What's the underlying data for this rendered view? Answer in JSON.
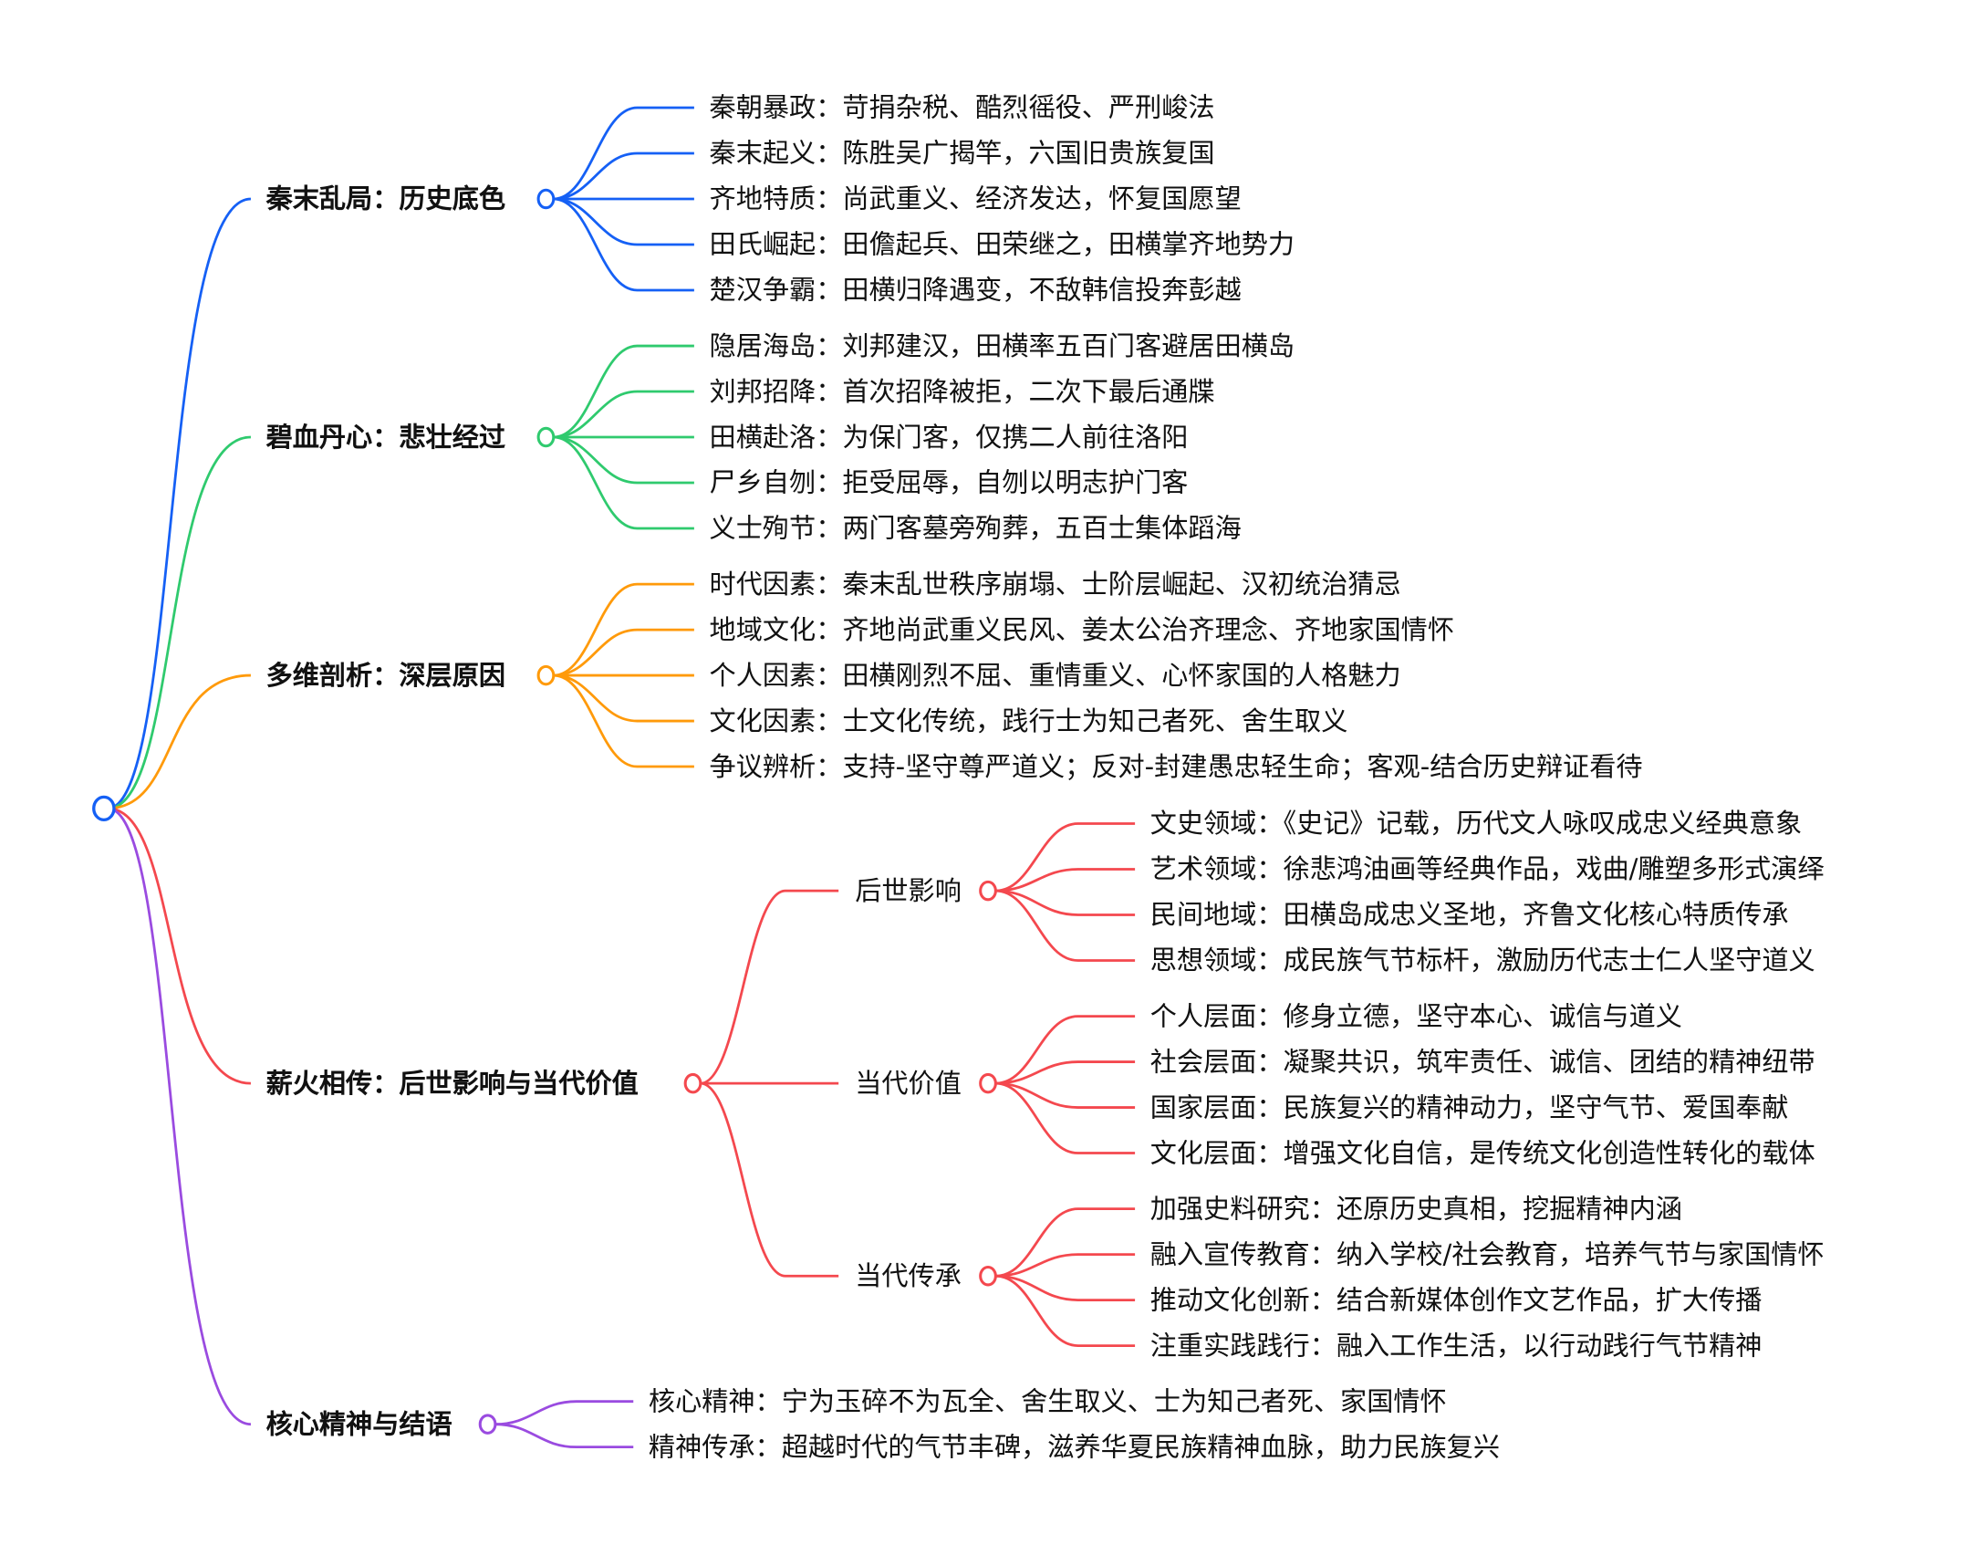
{
  "colors": {
    "b1": "#1560f5",
    "b2": "#2fca6e",
    "b3": "#ff9a0a",
    "b4": "#f4484e",
    "b5": "#9a4be0"
  },
  "root": {
    "label": ""
  },
  "branches": [
    {
      "label": "秦末乱局：历史底色",
      "children": [
        "秦朝暴政：苛捐杂税、酷烈徭役、严刑峻法",
        "秦末起义：陈胜吴广揭竿，六国旧贵族复国",
        "齐地特质：尚武重义、经济发达，怀复国愿望",
        "田氏崛起：田儋起兵、田荣继之，田横掌齐地势力",
        "楚汉争霸：田横归降遇变，不敌韩信投奔彭越"
      ]
    },
    {
      "label": "碧血丹心：悲壮经过",
      "children": [
        "隐居海岛：刘邦建汉，田横率五百门客避居田横岛",
        "刘邦招降：首次招降被拒，二次下最后通牒",
        "田横赴洛：为保门客，仅携二人前往洛阳",
        "尸乡自刎：拒受屈辱，自刎以明志护门客",
        "义士殉节：两门客墓旁殉葬，五百士集体蹈海"
      ]
    },
    {
      "label": "多维剖析：深层原因",
      "children": [
        "时代因素：秦末乱世秩序崩塌、士阶层崛起、汉初统治猜忌",
        "地域文化：齐地尚武重义民风、姜太公治齐理念、齐地家国情怀",
        "个人因素：田横刚烈不屈、重情重义、心怀家国的人格魅力",
        "文化因素：士文化传统，践行士为知己者死、舍生取义",
        "争议辨析：支持-坚守尊严道义；反对-封建愚忠轻生命；客观-结合历史辩证看待"
      ]
    },
    {
      "label": "薪火相传：后世影响与当代价值",
      "subs": [
        {
          "label": "后世影响",
          "children": [
            "文史领域：《史记》记载，历代文人咏叹成忠义经典意象",
            "艺术领域：徐悲鸿油画等经典作品，戏曲/雕塑多形式演绎",
            "民间地域：田横岛成忠义圣地，齐鲁文化核心特质传承",
            "思想领域：成民族气节标杆，激励历代志士仁人坚守道义"
          ]
        },
        {
          "label": "当代价值",
          "children": [
            "个人层面：修身立德，坚守本心、诚信与道义",
            "社会层面：凝聚共识，筑牢责任、诚信、团结的精神纽带",
            "国家层面：民族复兴的精神动力，坚守气节、爱国奉献",
            "文化层面：增强文化自信，是传统文化创造性转化的载体"
          ]
        },
        {
          "label": "当代传承",
          "children": [
            "加强史料研究：还原历史真相，挖掘精神内涵",
            "融入宣传教育：纳入学校/社会教育，培养气节与家国情怀",
            "推动文化创新：结合新媒体创作文艺作品，扩大传播",
            "注重实践践行：融入工作生活，以行动践行气节精神"
          ]
        }
      ]
    },
    {
      "label": "核心精神与结语",
      "children": [
        "核心精神：宁为玉碎不为瓦全、舍生取义、士为知己者死、家国情怀",
        "精神传承：超越时代的气节丰碑，滋养华夏民族精神血脉，助力民族复兴"
      ]
    }
  ]
}
